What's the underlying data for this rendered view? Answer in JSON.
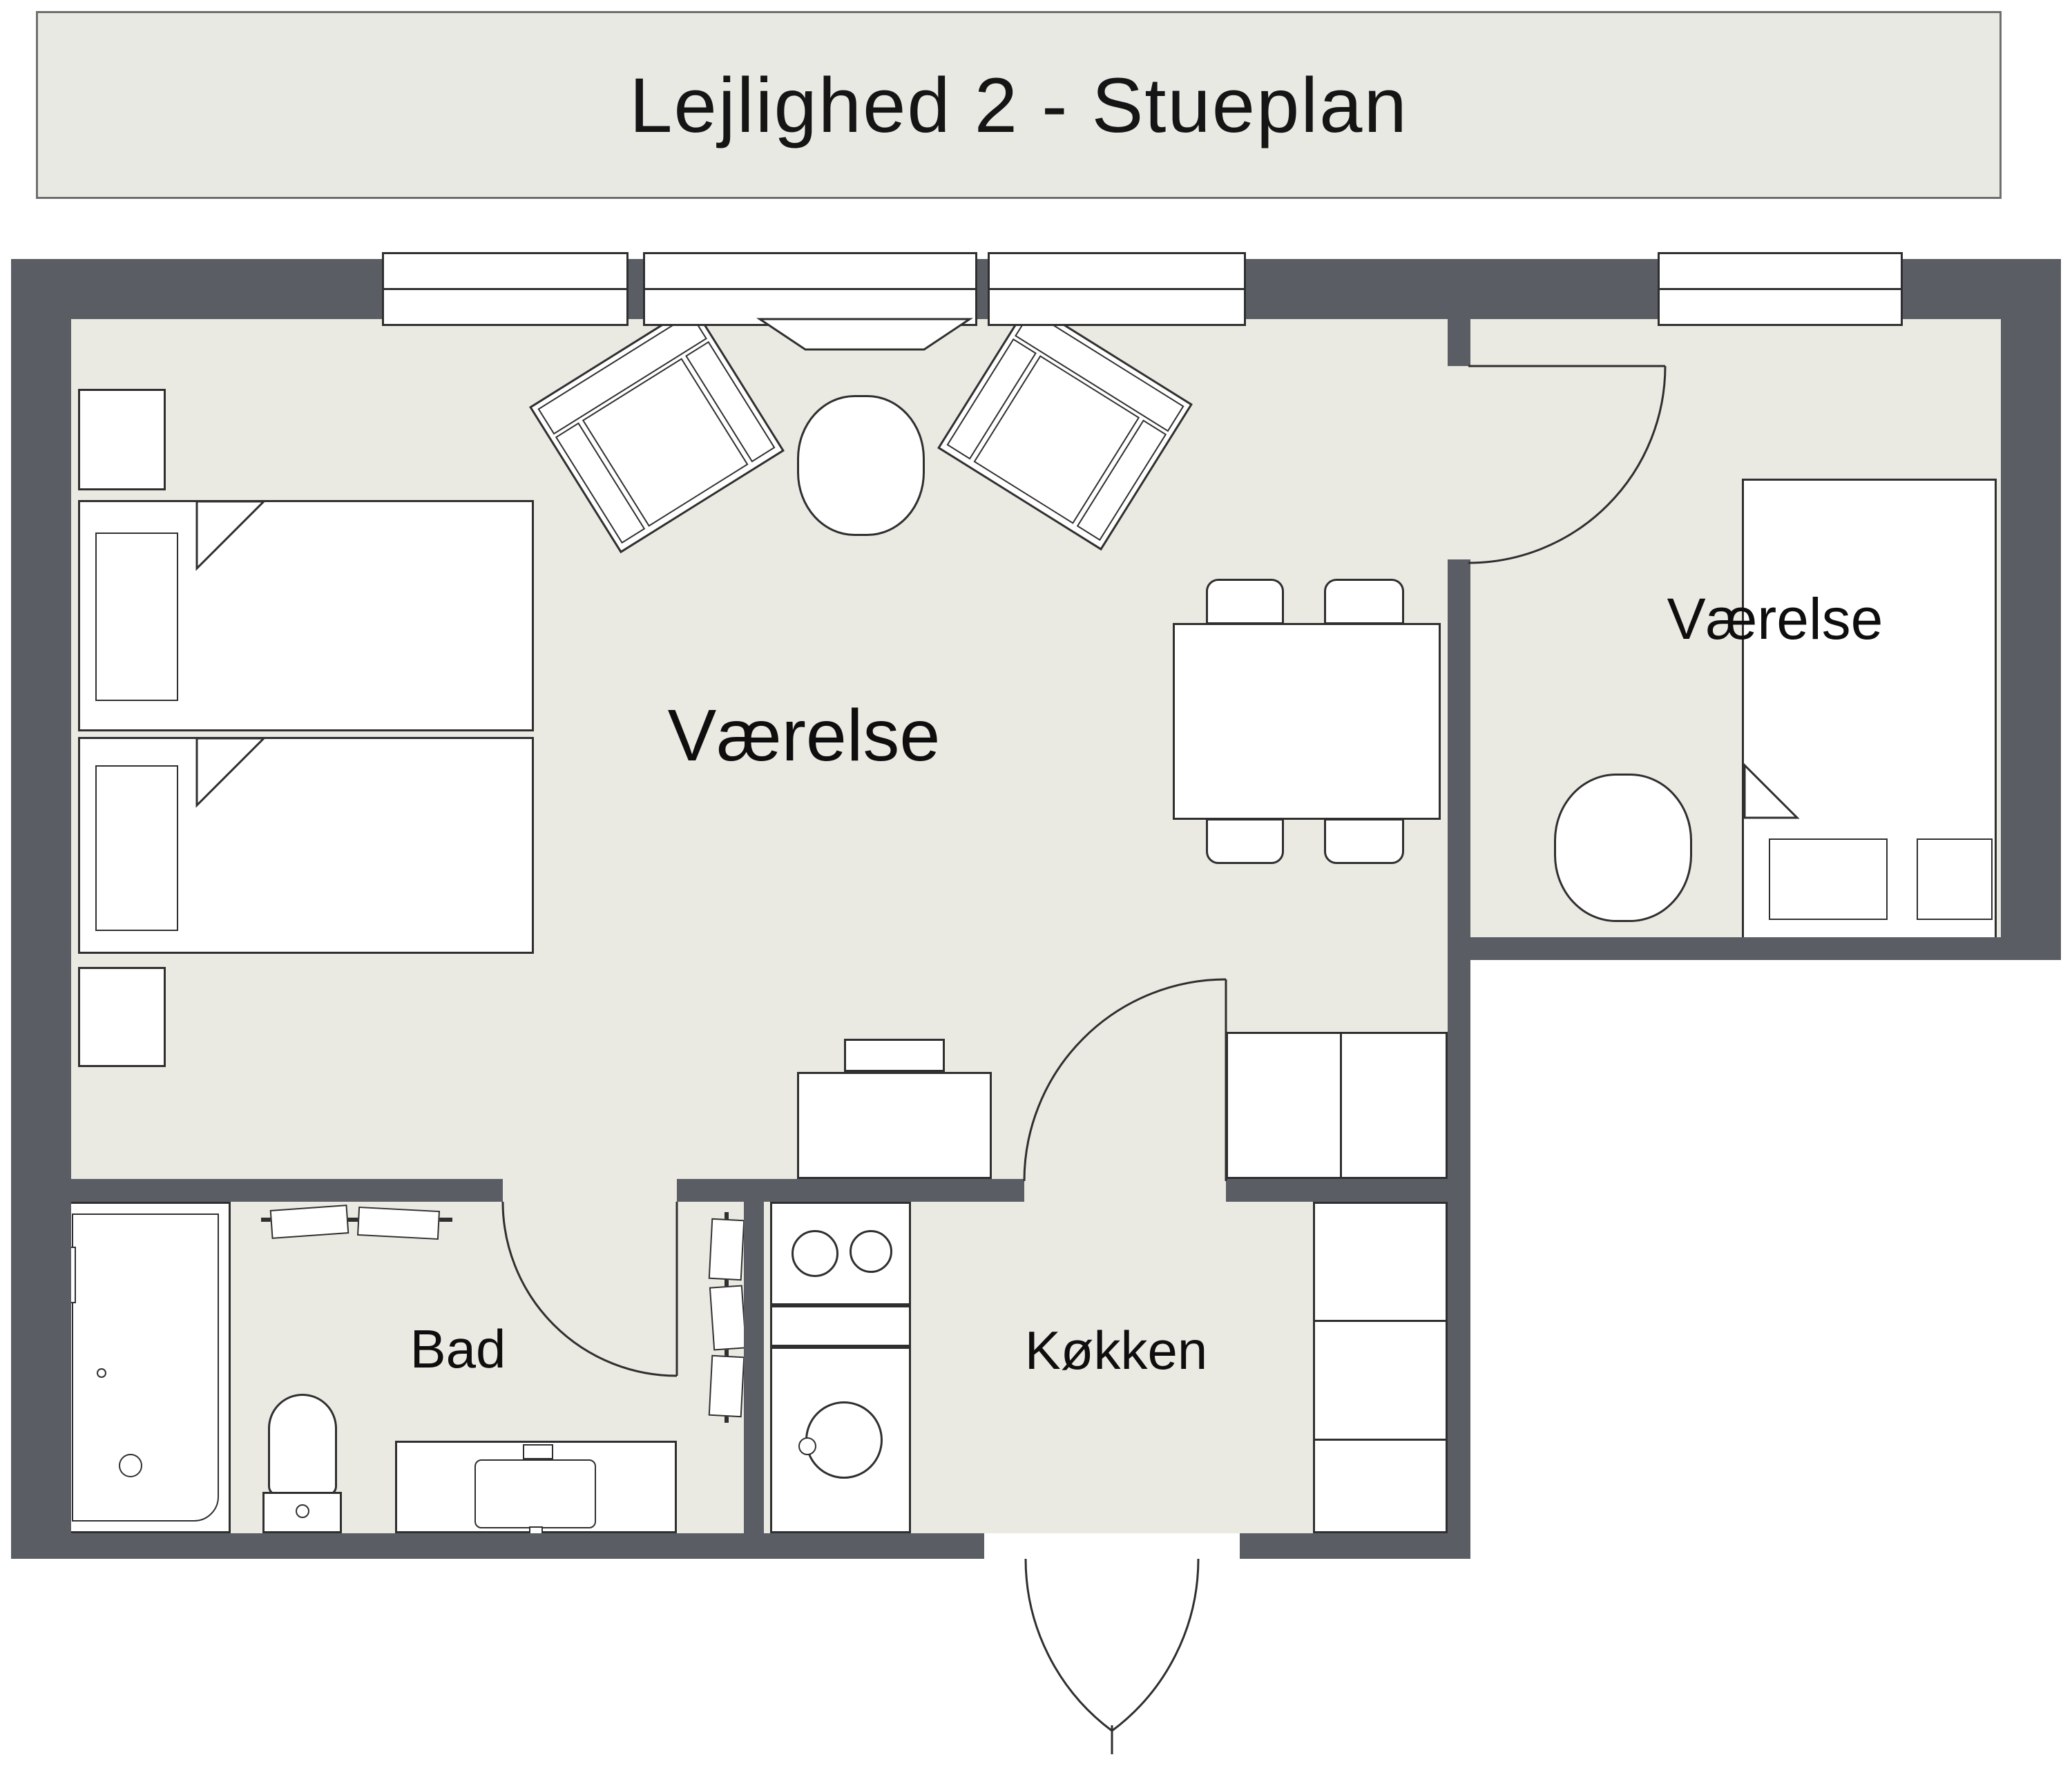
{
  "title": "Lejlighed 2 - Stueplan",
  "rooms": {
    "living": "Værelse",
    "bedroom": "Værelse",
    "bath": "Bad",
    "kitchen": "Køkken"
  },
  "colors": {
    "wall": "#5a5e64",
    "floor": "#eae9e2",
    "line": "#2f2f2f",
    "title_bg": "#e9e9e4",
    "title_border": "#6e6e6e"
  }
}
